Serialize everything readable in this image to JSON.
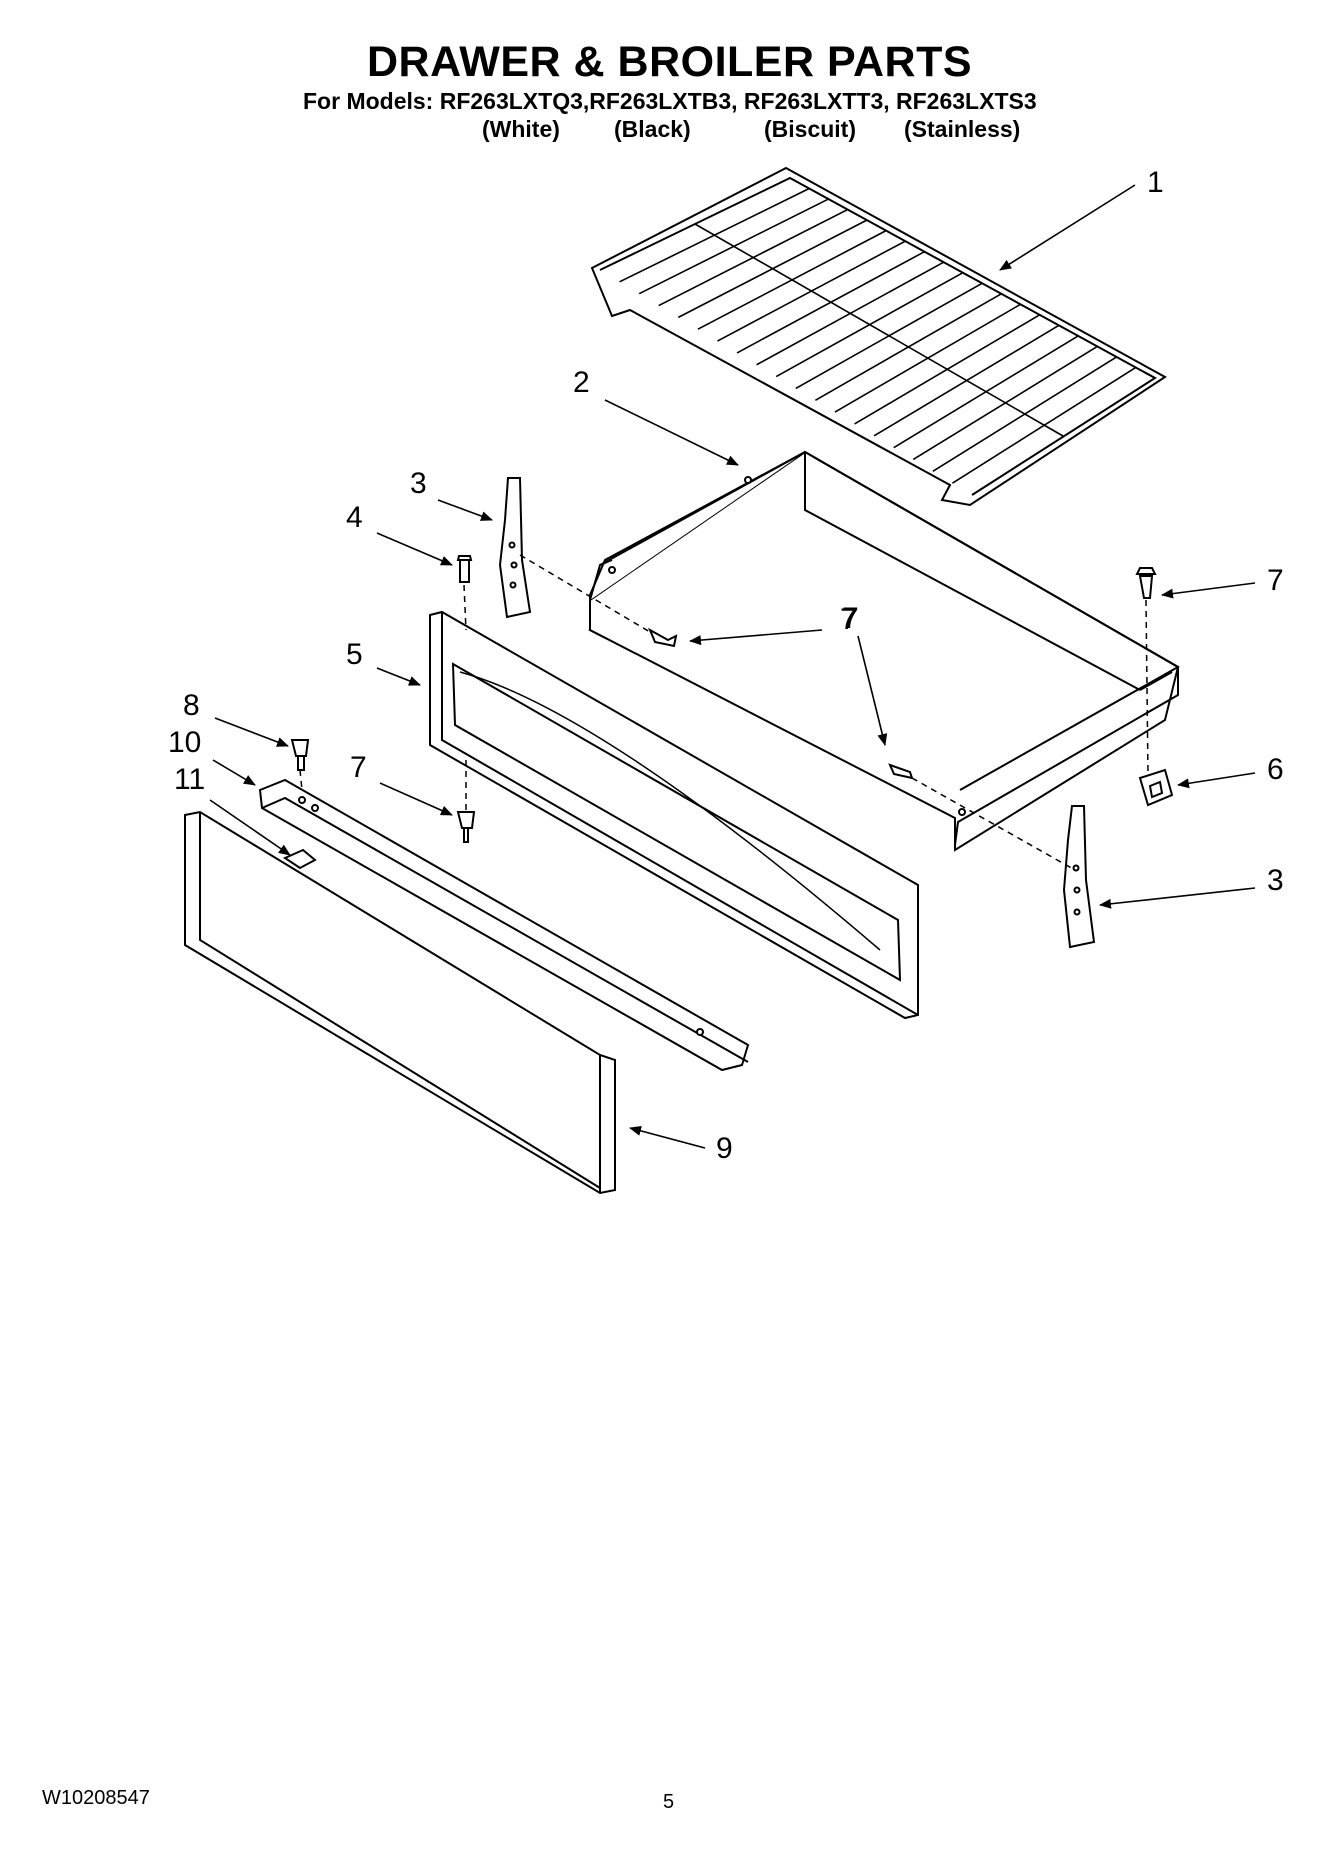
{
  "header": {
    "title": "DRAWER & BROILER PARTS",
    "models_line": "For Models: RF263LXTQ3,RF263LXTB3, RF263LXTT3, RF263LXTS3",
    "colors": [
      "(White)",
      "(Black)",
      "(Biscuit)",
      "(Stainless)"
    ]
  },
  "callouts": [
    {
      "label": "1"
    },
    {
      "label": "2"
    },
    {
      "label": "3"
    },
    {
      "label": "4"
    },
    {
      "label": "7"
    },
    {
      "label": "5"
    },
    {
      "label": "8"
    },
    {
      "label": "10"
    },
    {
      "label": "11"
    },
    {
      "label": "7"
    },
    {
      "label": "7"
    },
    {
      "label": "6"
    },
    {
      "label": "3"
    },
    {
      "label": "9"
    },
    {
      "label": "7"
    }
  ],
  "footer": {
    "doc_number": "W10208547",
    "page_number": "5"
  }
}
